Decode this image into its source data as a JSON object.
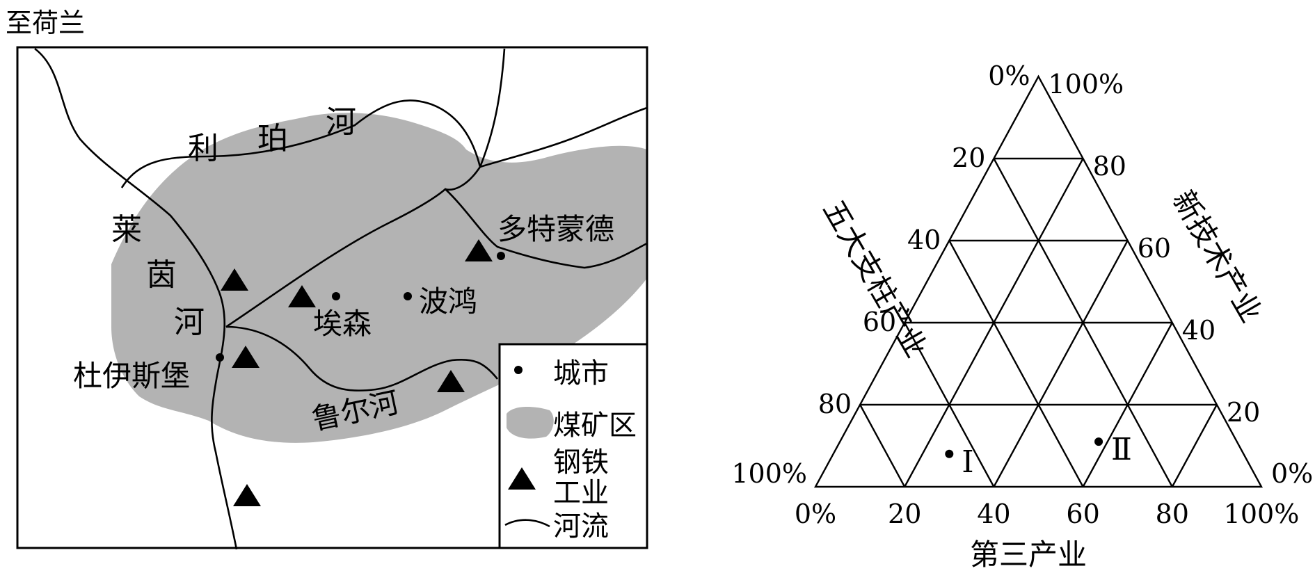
{
  "map": {
    "top_label": "至荷兰",
    "rivers": {
      "lippe": [
        "利",
        "珀",
        "河"
      ],
      "rhine": [
        "莱",
        "茵",
        "河"
      ],
      "ruhr": "鲁尔河"
    },
    "cities": {
      "dortmund": "多特蒙德",
      "essen": "埃森",
      "bochum": "波鸿",
      "duisburg": "杜伊斯堡"
    },
    "legend": {
      "city": "城市",
      "coal": "煤矿区",
      "steel_1": "钢铁",
      "steel_2": "工业",
      "river": "河流"
    },
    "colors": {
      "coal_fill": "#b3b3b3",
      "ink": "#000000"
    }
  },
  "chart_data": {
    "type": "ternary",
    "axes": {
      "bottom": {
        "label": "第三产业",
        "ticks": [
          "0%",
          "20",
          "40",
          "60",
          "80",
          "100%"
        ]
      },
      "left": {
        "label": "五大支柱产业",
        "ticks": [
          "100%",
          "80",
          "60",
          "40",
          "20",
          "0%"
        ]
      },
      "right": {
        "label": "新技术产业",
        "ticks": [
          "0%",
          "20",
          "40",
          "60",
          "80",
          "100%"
        ]
      }
    },
    "grid_step": 20,
    "points": [
      {
        "label": "Ⅰ",
        "tertiary": 26,
        "pillar": 66,
        "newtech": 8
      },
      {
        "label": "Ⅱ",
        "tertiary": 58,
        "pillar": 31,
        "newtech": 11
      }
    ]
  }
}
